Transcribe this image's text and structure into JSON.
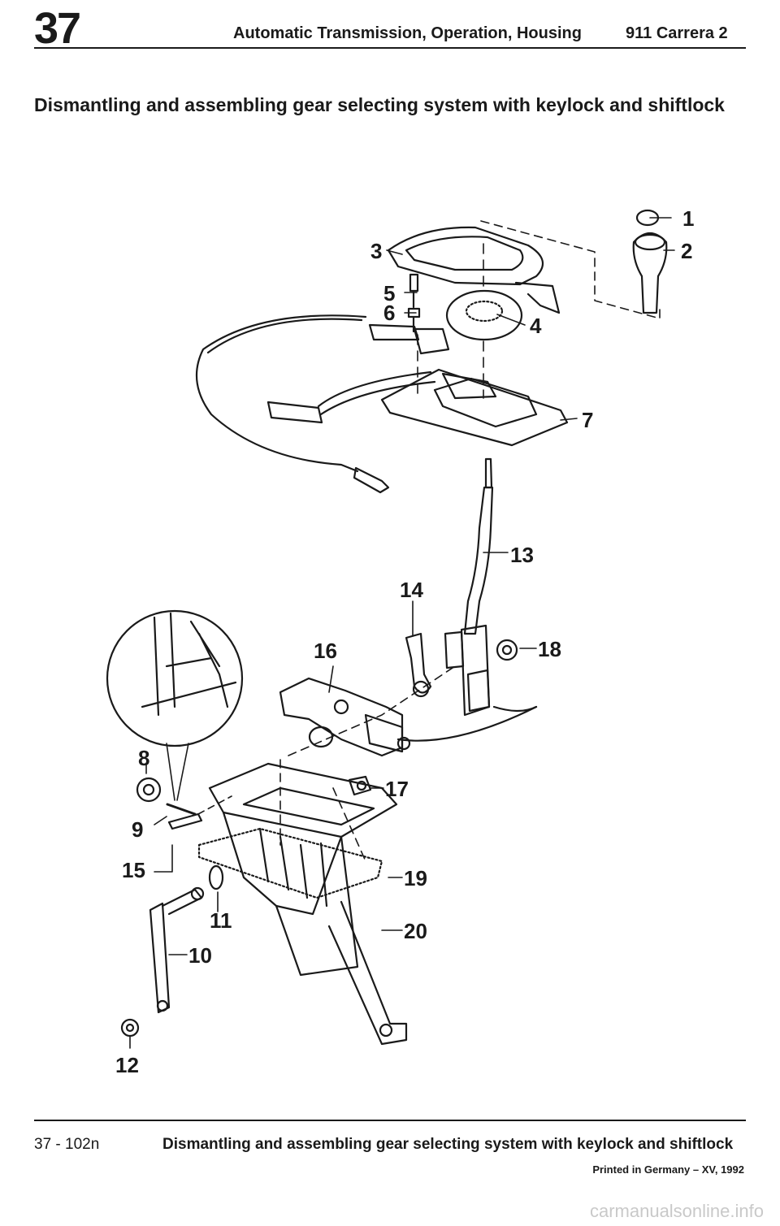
{
  "header": {
    "chapter_number": "37",
    "section_title": "Automatic Transmission, Operation, Housing",
    "model": "911 Carrera 2"
  },
  "page_heading": "Dismantling and assembling gear selecting system with keylock and shiftlock",
  "diagram": {
    "callouts": [
      "1",
      "2",
      "3",
      "4",
      "5",
      "6",
      "7",
      "8",
      "9",
      "10",
      "11",
      "12",
      "13",
      "14",
      "15",
      "16",
      "17",
      "18",
      "19",
      "20"
    ]
  },
  "footer": {
    "page_code": "37 - 102n",
    "title": "Dismantling and assembling gear selecting system with keylock and shiftlock",
    "print_info": "Printed in Germany – XV, 1992"
  },
  "watermark": "carmanualsonline.info"
}
